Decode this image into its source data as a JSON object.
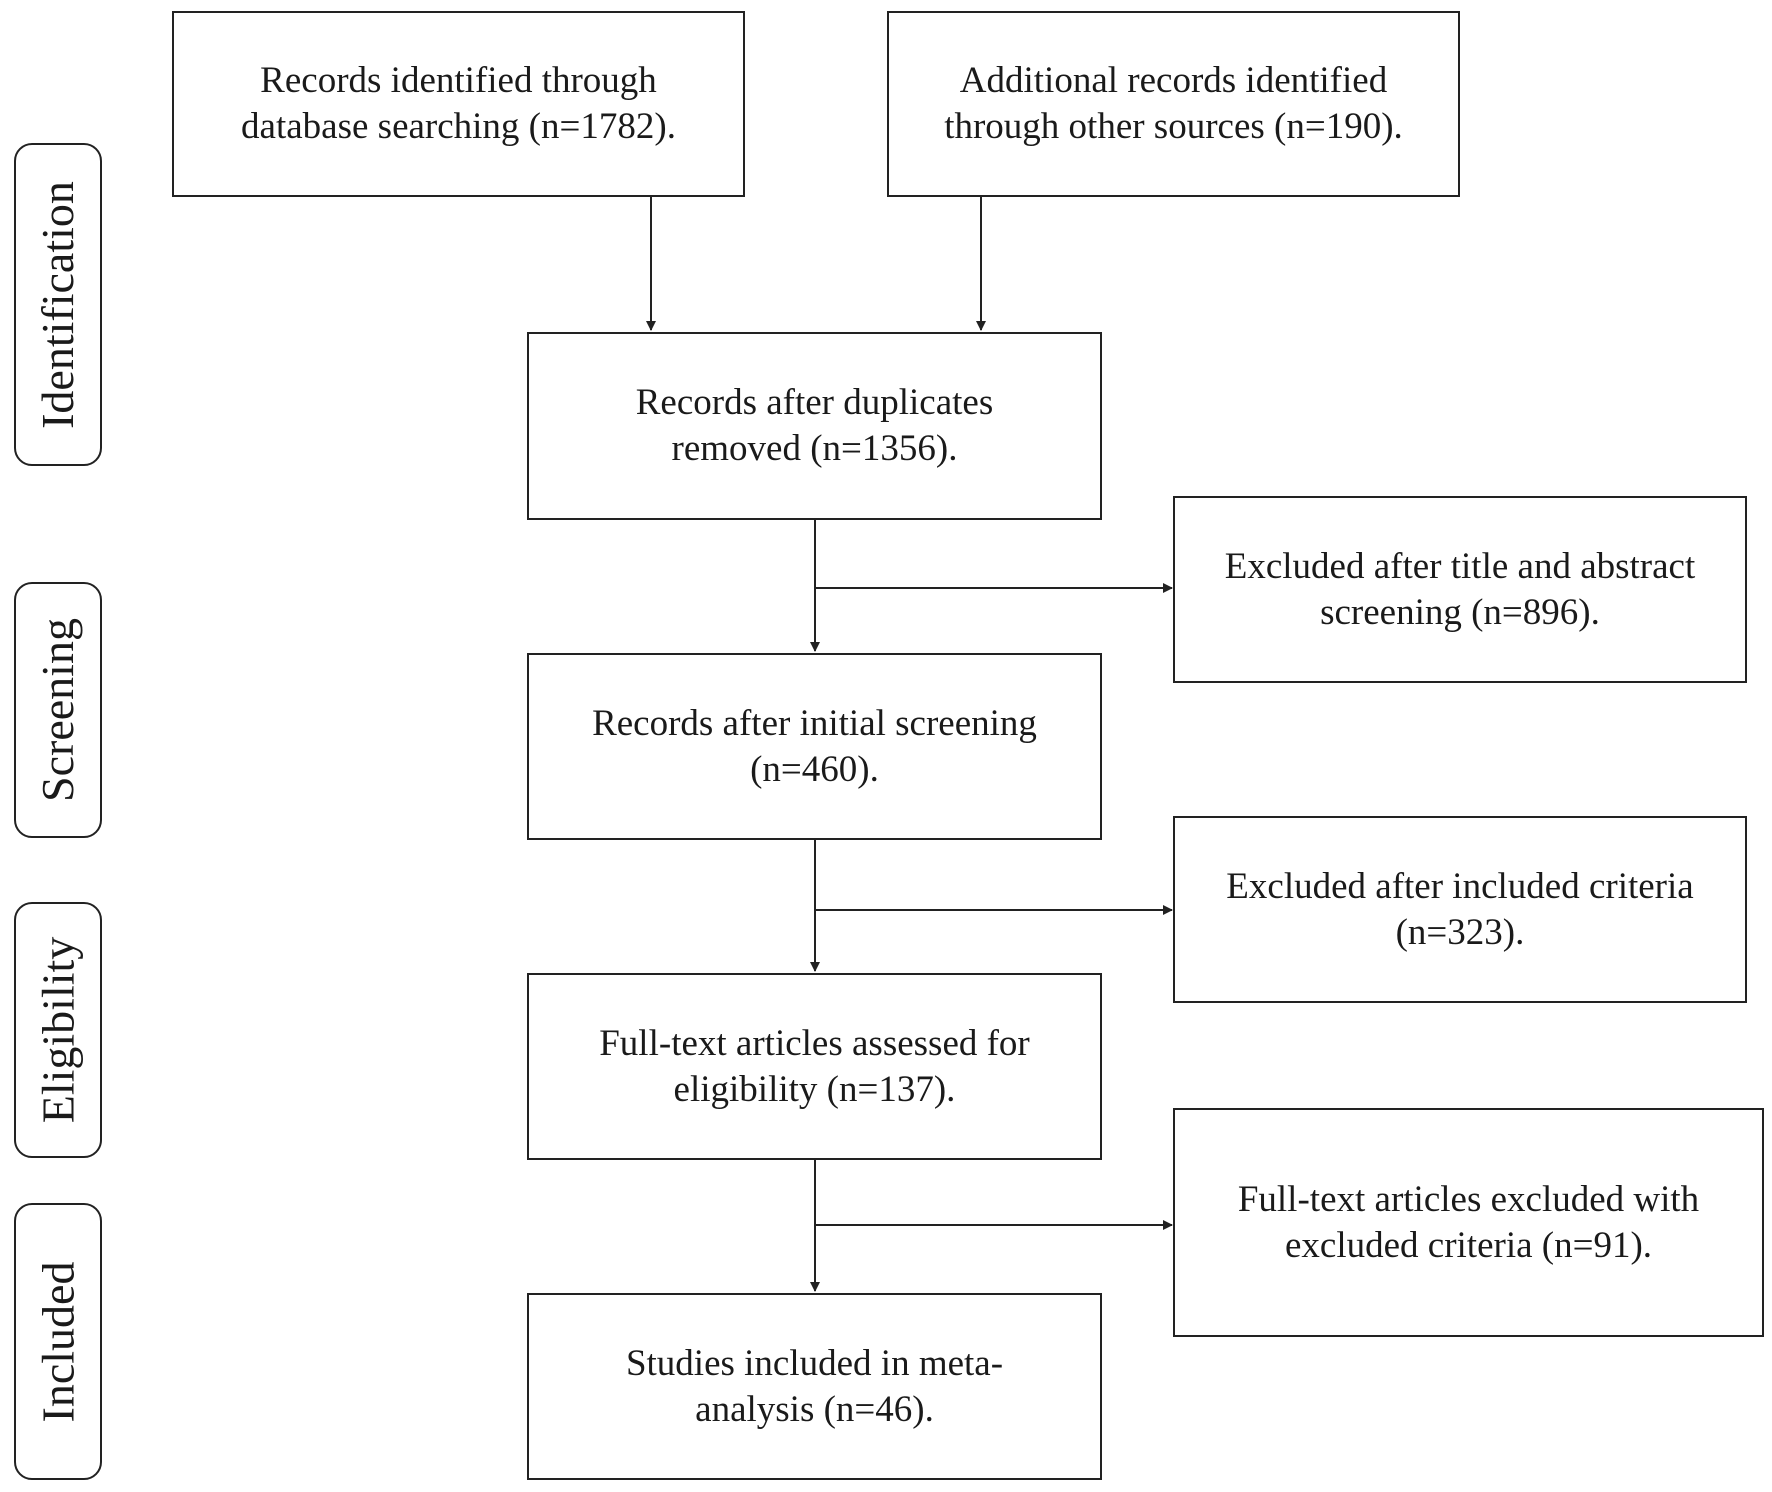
{
  "stages": [
    {
      "id": "identification",
      "label": "Identification"
    },
    {
      "id": "screening",
      "label": "Screening"
    },
    {
      "id": "eligibility",
      "label": "Eligibility"
    },
    {
      "id": "included",
      "label": "Included"
    }
  ],
  "boxes": {
    "database_records": "Records identified through\ndatabase searching (n=1782).",
    "other_sources": "Additional records identified\nthrough other sources (n=190).",
    "after_duplicates": "Records after duplicates\nremoved (n=1356).",
    "excluded_title_abstract": "Excluded after title and abstract\nscreening (n=896).",
    "after_initial_screening": "Records after initial screening\n(n=460).",
    "excluded_included_criteria": "Excluded after included criteria\n(n=323).",
    "fulltext_assessed": "Full-text articles assessed for\neligibility (n=137).",
    "fulltext_excluded": "Full-text articles excluded with\nexcluded criteria (n=91).",
    "studies_included": "Studies included in meta-\nanalysis (n=46)."
  }
}
